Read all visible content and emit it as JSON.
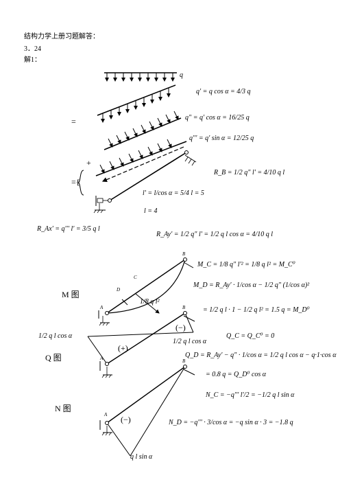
{
  "header": {
    "title": "结构力学上册习题解答：",
    "problem": "3．24",
    "solution": "解1："
  },
  "load_labels": {
    "q": "q",
    "q1": "q' = q cos α = 4/3 q",
    "q2": "q\" = q' cos α = 16/25 q",
    "q3": "q''' = q' sin α = 12/25 q"
  },
  "signs": {
    "equals": "=",
    "plus": "+",
    "equals_brace": "={",
    "plus2": "+"
  },
  "reactions": {
    "RB": "R_B = 1/2 q\" l' = 4/10 q l",
    "l_prime": "l' = l/cos α = 5/4 l = 5",
    "l_value": "l = 4",
    "RAx": "R_Ax' = q''' l' = 3/5 q l",
    "RAy": "R_Ay' = 1/2 q\" l' = 1/2 q l cos α = 4/10 q l"
  },
  "moment": {
    "label": "M 图",
    "MC": "M_C = 1/8 q\" l'² = 1/8 q l² = M_C⁰",
    "MD_1": "M_D = R_Ay' · 1/cos α − 1/2 q\" (1/cos α)²",
    "MD_2": "= 1/2 q l · 1 − 1/2 q l² = 1.5 q = M_D⁰",
    "value": "1/8 q l²",
    "point_C": "C",
    "point_D": "D",
    "point_A": "A",
    "point_B": "B"
  },
  "shear": {
    "label": "Q 图",
    "left_value": "1/2 q l cos α",
    "right_value": "1/2 q l cos α",
    "sign_pos": "(+)",
    "sign_neg": "(−)",
    "QC": "Q_C = Q_C⁰ = 0",
    "QD_1": "Q_D = R_Ay' − q\" · 1/cos α = 1/2 q l cos α − q·1·cos α",
    "QD_2": "= 0.8 q = Q_D⁰ cos α",
    "point_A": "A",
    "point_B": "B"
  },
  "normal": {
    "label": "N 图",
    "NC": "N_C = −q''' l'/2 = −1/2 q l sin α",
    "ND": "N_D = −q''' · 3/cos α = −q sin α · 3 = −1.8 q",
    "value": "q l sin α",
    "sign_neg": "(−)",
    "point_A": "A",
    "point_B": "B"
  }
}
